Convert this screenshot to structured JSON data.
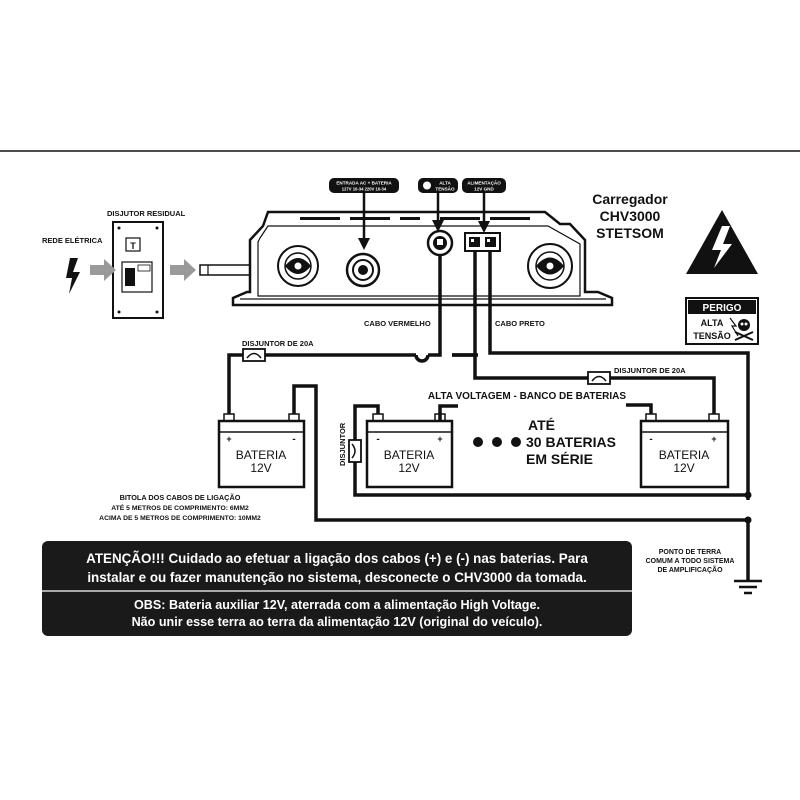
{
  "colors": {
    "ink": "#111111",
    "paper": "#ffffff",
    "gray": "#9a9a9a",
    "panel": "#1a1a1a"
  },
  "charger": {
    "title_line1": "Carregador",
    "title_line2": "CHV3000",
    "title_line3": "STETSOM"
  },
  "tags": {
    "input_line1": "ENTRADA AC + BATERIA",
    "input_line2": "127V 10-34   220V 10-34",
    "high_voltage_line1": "ALTA",
    "high_voltage_line2": "TENSÃO",
    "power_line1": "ALIMENTAÇÃO",
    "power_line2": "12V  GND"
  },
  "labels": {
    "residual_breaker": "DISJUTOR RESIDUAL",
    "mains": "REDE ELÉTRICA",
    "breaker_t": "T",
    "red_cable": "CABO VERMELHO",
    "black_cable": "CABO PRETO",
    "breaker_20a_left": "DISJUNTOR DE 20A",
    "breaker_20a_right": "DISJUNTOR DE 20A",
    "bank_title": "ALTA VOLTAGEM - BANCO DE BATERIAS",
    "breaker_vertical": "DISJUNTOR",
    "series_line1": "ATÉ",
    "series_line2": "30 BATERIAS",
    "series_line3": "EM SÉRIE",
    "ground_line1": "PONTO DE TERRA",
    "ground_line2": "COMUM A TODO SISTEMA",
    "ground_line3": "DE AMPLIFICAÇÃO"
  },
  "batteries": [
    {
      "label": "BATERIA",
      "voltage": "12V"
    },
    {
      "label": "BATERIA",
      "voltage": "12V"
    },
    {
      "label": "BATERIA",
      "voltage": "12V"
    }
  ],
  "gauge": {
    "line1": "BITOLA DOS CABOS DE LIGAÇÃO",
    "line2": "ATÉ 5 METROS DE COMPRIMENTO: 6MM2",
    "line3": "ACIMA DE 5 METROS DE COMPRIMENTO: 10MM2"
  },
  "danger": {
    "title": "PERIGO",
    "line1": "ALTA",
    "line2": "TENSÃO"
  },
  "warning": {
    "line1": "ATENÇÃO!!! Cuidado ao efetuar a ligação dos cabos (+) e (-) nas baterias. Para",
    "line2": "instalar e ou fazer manutenção no sistema, desconecte o CHV3000 da tomada.",
    "obs_line1": "OBS: Bateria auxiliar 12V, aterrada com a alimentação High Voltage.",
    "obs_line2": "Não unir esse terra ao terra da alimentação 12V (original do veículo)."
  }
}
